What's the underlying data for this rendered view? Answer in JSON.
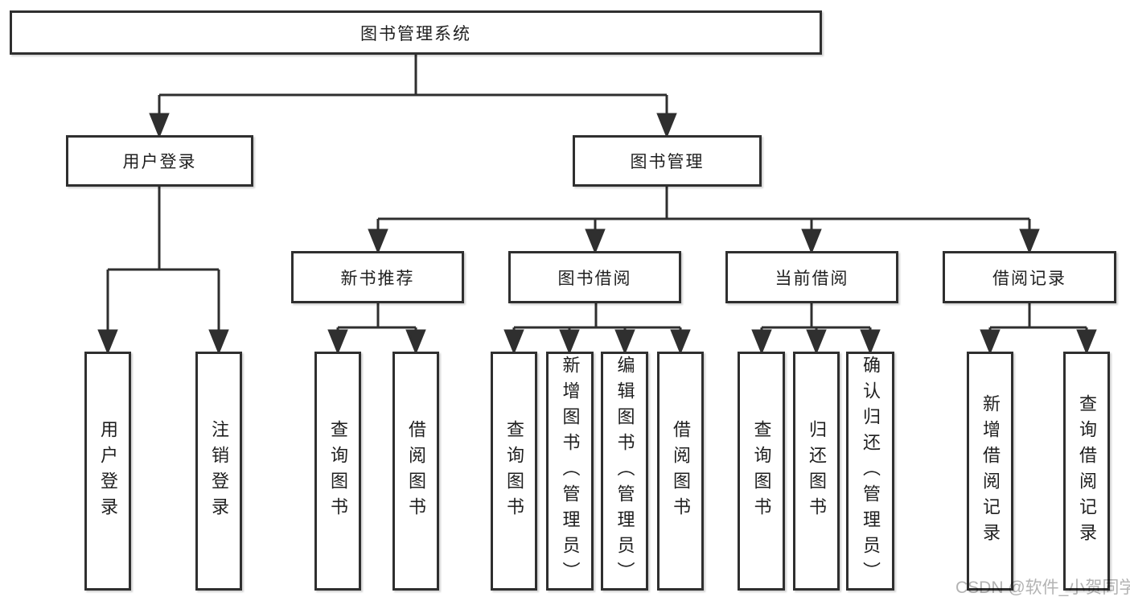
{
  "tree": {
    "root": {
      "label": "图书管理系统"
    },
    "login": {
      "label": "用户登录",
      "children": [
        {
          "label": "用户登录"
        },
        {
          "label": "注销登录"
        }
      ]
    },
    "management": {
      "label": "图书管理",
      "sections": [
        {
          "label": "新书推荐",
          "children": [
            {
              "label": "查询图书"
            },
            {
              "label": "借阅图书"
            }
          ]
        },
        {
          "label": "图书借阅",
          "children": [
            {
              "label": "查询图书"
            },
            {
              "label": "新增图书（管理员）"
            },
            {
              "label": "编辑图书（管理员）"
            },
            {
              "label": "借阅图书"
            }
          ]
        },
        {
          "label": "当前借阅",
          "children": [
            {
              "label": "查询图书"
            },
            {
              "label": "归还图书"
            },
            {
              "label": "确认归还（管理员）"
            }
          ]
        },
        {
          "label": "借阅记录",
          "children": [
            {
              "label": "新增借阅记录"
            },
            {
              "label": "查询借阅记录"
            }
          ]
        }
      ]
    }
  },
  "watermark": {
    "text": "CSDN @软件_小贺同学"
  },
  "colors": {
    "line": "#2f2f2f",
    "text": "#1f1f1f",
    "watermark": "#b3b3b3",
    "background": "#ffffff"
  }
}
